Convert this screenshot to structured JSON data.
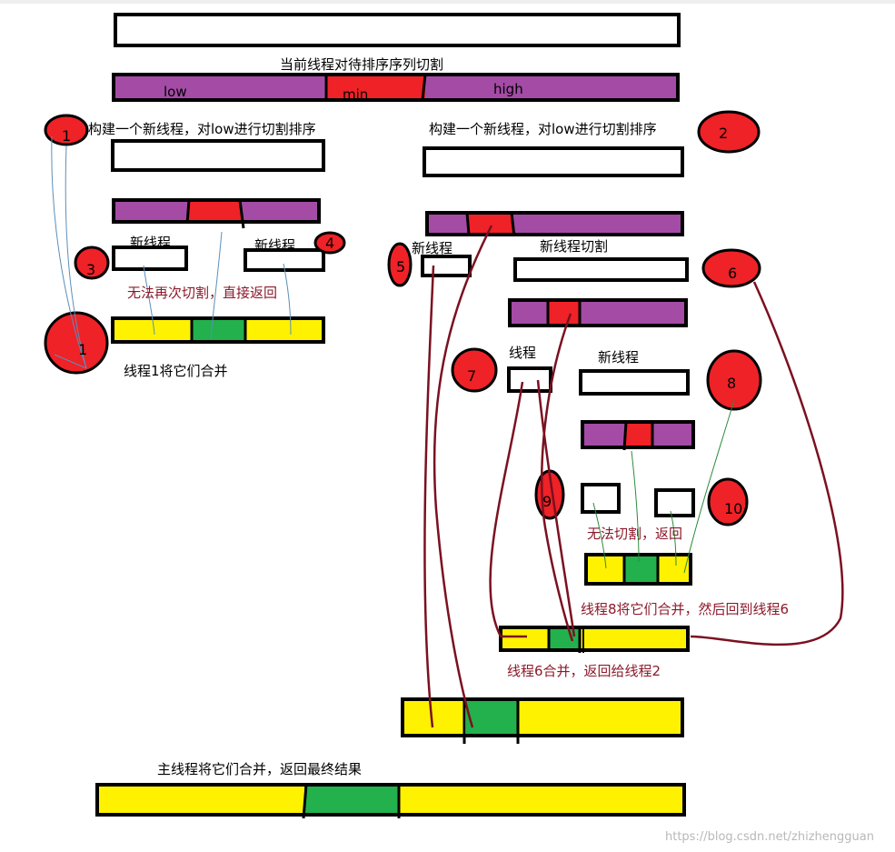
{
  "colors": {
    "purple": "#a44ba6",
    "red": "#ee2227",
    "yellow": "#fff200",
    "green": "#22b14c",
    "border": "#000000",
    "dark_red_line": "#7b1020",
    "thin_line": "#5b8fb9",
    "green_line": "#2e8b3e",
    "annotation": "#8b1a2b"
  },
  "labels": {
    "main_split": "当前线程对待排序序列切割",
    "low": "low",
    "min": "min",
    "high": "high",
    "left_new_thread": "构建一个新线程，对low进行切割排序",
    "right_new_thread": "构建一个新线程，对low进行切割排序",
    "left_sub1": "新线程",
    "left_sub2": "新线程",
    "no_split_return": "无法再次切割，直接返回",
    "thread1_merge": "线程1将它们合并",
    "t5_new_thread": "新线程",
    "new_thread_split": "新线程切割",
    "t7_thread": "线程",
    "t8_new_thread": "新线程",
    "no_split_return2": "无法切割，返回",
    "thread8_merge": "线程8将它们合并，然后回到线程6",
    "thread6_merge": "线程6合并，返回给线程2",
    "main_merge": "主线程将它们合并，返回最终结果",
    "watermark": "https://blog.csdn.net/zhizhengguan"
  },
  "markers": {
    "m1": "1",
    "m1b": "1",
    "m2": "2",
    "m3": "3",
    "m4": "4",
    "m5": "5",
    "m6": "6",
    "m7": "7",
    "m8": "8",
    "m9": "9",
    "m10": "10"
  }
}
